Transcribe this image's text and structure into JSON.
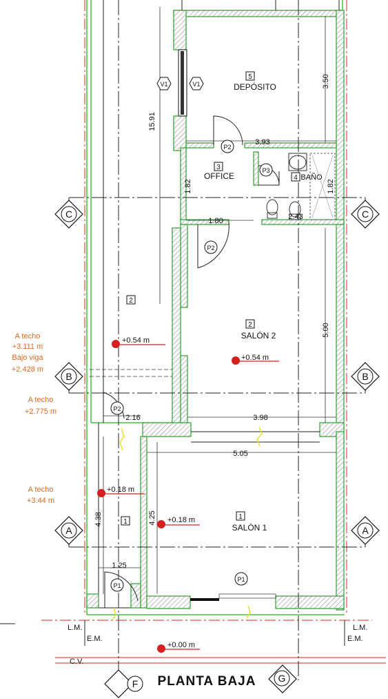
{
  "title": "PLANTA BAJA",
  "colors": {
    "wall_outline": "#2e9e2e",
    "hatch": "#9a9a9a",
    "level_marker": "#d62020",
    "annotation": "#e06a1c",
    "property_line": "#e02020"
  },
  "rooms": [
    {
      "num": "5",
      "name": "DEPÓSITO"
    },
    {
      "num": "3",
      "name": "OFFICE"
    },
    {
      "num": "4",
      "name": "BAÑO"
    },
    {
      "num": "2",
      "name": "SALÓN 2"
    },
    {
      "num": "1",
      "name": "SALÓN 1"
    },
    {
      "num": "2",
      "name": ""
    },
    {
      "num": "1",
      "name": ""
    }
  ],
  "axes": {
    "C": "C",
    "B": "B",
    "A": "A",
    "F": "F",
    "G": "G"
  },
  "windows": [
    "V1",
    "V1"
  ],
  "doors": [
    "P2",
    "P3",
    "P2",
    "P2",
    "P1",
    "P1"
  ],
  "dimensions": [
    "15.91",
    "3.50",
    "3.93",
    "1.82",
    "1.82",
    "1.80",
    "2.43",
    "5.00",
    "2.16",
    "3.98",
    "5.05",
    "4.38",
    "4.25",
    "1.25"
  ],
  "levels": [
    "+0.54 m",
    "+0.54 m",
    "+0.18 m",
    "+0.18 m",
    "+0.00 m"
  ],
  "annotations": {
    "a1": "A techo",
    "a2": "+3.111 m",
    "a3": "Bajo viga",
    "a4": "+2.428 m",
    "a5": "A techo",
    "a6": "+2.775 m",
    "a7": "A techo",
    "a8": "+3.44 m"
  },
  "boundary_labels": {
    "lm_left": "L.M.",
    "em_left": "E.M.",
    "lm_right": "L.M.",
    "em_right": "E.M.",
    "cv": "C.V."
  }
}
